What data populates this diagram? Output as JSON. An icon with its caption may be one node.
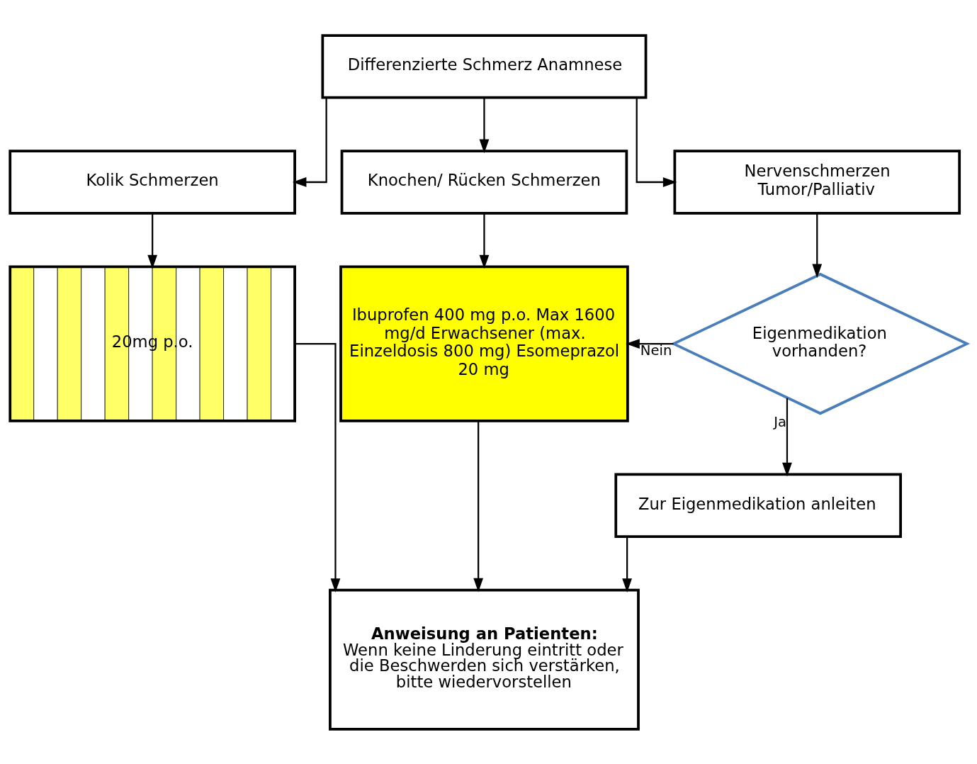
{
  "diagram": {
    "nodes": [
      {
        "text": [
          "Differenzierte Schmerz Anamnese"
        ]
      },
      {
        "text": [
          "Kolik Schmerzen"
        ]
      },
      {
        "text": [
          "Knochen/ Rücken Schmerzen"
        ]
      },
      {
        "text": [
          "Nervenschmerzen Tumor/Palliativ"
        ]
      },
      {
        "text": [
          "20mg p.o."
        ]
      },
      {
        "text": [
          "Ibuprofen 400 mg p.o. Max 1600 mg/d Erwachsener (max. Einzeldosis 800 mg) Esomeprazol 20 mg"
        ]
      },
      {
        "text": [
          "Eigenmedikation vorhanden?"
        ]
      },
      {
        "text": [
          "Zur Eigenmedikation anleiten"
        ]
      },
      {
        "text": [
          "Anweisung an Patienten:",
          "Wenn keine Linderung eintritt oder die Beschwerden sich verstärken, bitte wiedervorstellen"
        ]
      }
    ],
    "edges": [
      {
        "from": 0,
        "to": 1,
        "arrow": "to"
      },
      {
        "from": 0,
        "to": 2,
        "arrow": "to"
      },
      {
        "from": 0,
        "to": 3,
        "arrow": "to"
      },
      {
        "from": 1,
        "to": 4,
        "arrow": "to"
      },
      {
        "from": 2,
        "to": 5,
        "arrow": "to"
      },
      {
        "from": 3,
        "to": 6,
        "arrow": "to"
      },
      {
        "from": 6,
        "to": 5,
        "arrow": "to",
        "label": "Nein"
      },
      {
        "from": 6,
        "to": 7,
        "arrow": "to",
        "label": "Ja"
      },
      {
        "from": 4,
        "to": 8,
        "arrow": "to"
      },
      {
        "from": 5,
        "to": 8,
        "arrow": "to"
      },
      {
        "from": 7,
        "to": 8,
        "arrow": "to"
      }
    ]
  }
}
